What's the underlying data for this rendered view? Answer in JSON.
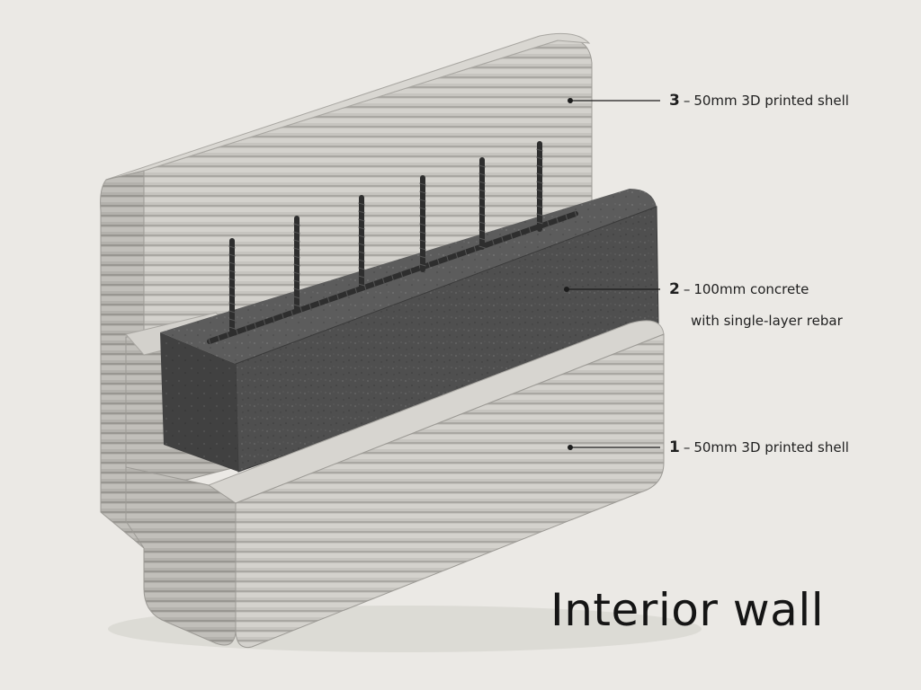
{
  "title": "Interior wall",
  "separator": "–",
  "callouts": [
    {
      "number": "3",
      "text": "50mm 3D printed shell"
    },
    {
      "number": "2",
      "text": "100mm concrete",
      "text_line2": "with single-layer rebar"
    },
    {
      "number": "1",
      "text": "50mm 3D printed shell"
    }
  ],
  "colors": {
    "background": "#ebe9e5",
    "printed_shell": "#c4c2bd",
    "concrete_core": "#4e4e4e",
    "rebar": "#2e2e2e",
    "text": "#1f1f1f"
  }
}
